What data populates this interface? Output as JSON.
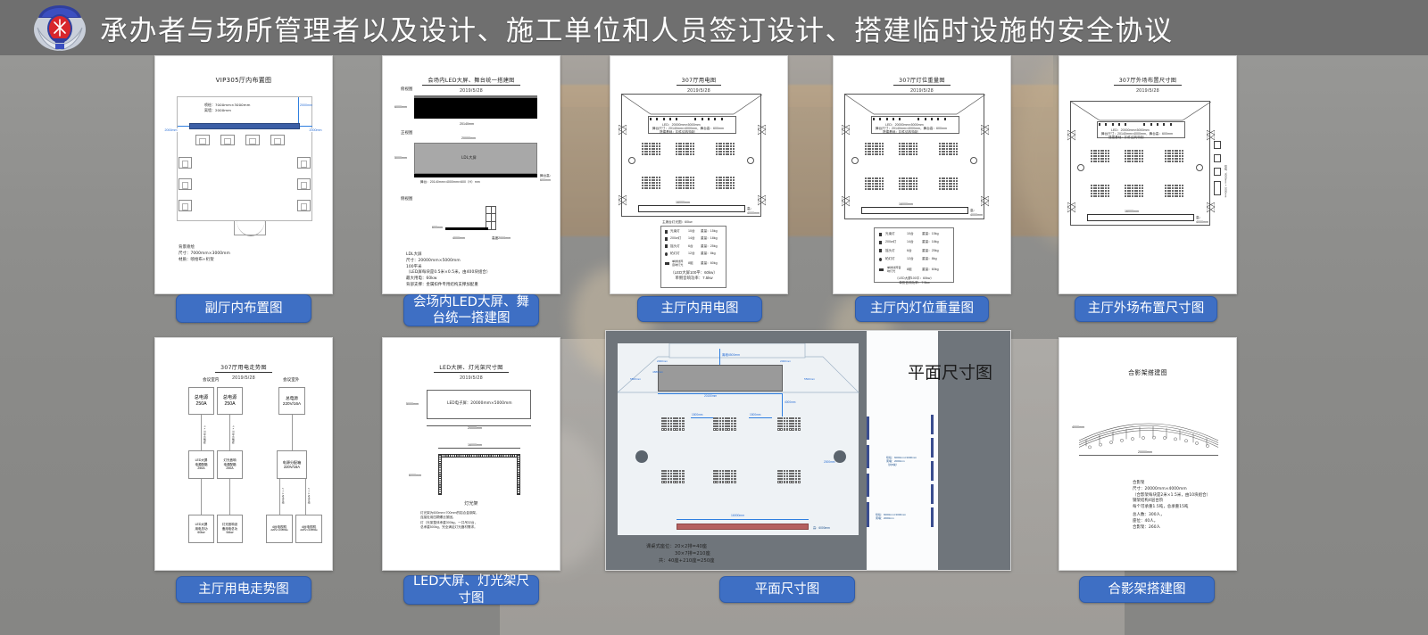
{
  "header": {
    "emblem_name": "fire-department-emblem",
    "title": "承办者与场所管理者以及设计、施工单位和人员签订设计、搭建临时设施的安全协议",
    "bar_color": "#6f6f6f"
  },
  "theme": {
    "caption_bg": "#3e6fc4",
    "caption_border": "#2f5cab",
    "caption_text": "#ffffff",
    "page_bg": "#8d8d8d",
    "card_bg": "#ffffff",
    "dim_blue": "#2f7fe0",
    "backdrop_blue": "#3c5fa6"
  },
  "cards": [
    {
      "id": "vip305-layout",
      "caption": "副厅内布置图",
      "doc_title": "VIP305厅内布置图",
      "date": "",
      "annotations": {
        "backdrop_line1": "喷绘：7000mm×3000mm",
        "backdrop_line2": "离墙：2000mm",
        "dim_left": "2000mm",
        "dim_right": "2000mm",
        "dim_top_right": "2000mm"
      },
      "notes": [
        "背景喷绘",
        "尺寸：7000mm×3000mm",
        "材质：喷绘布+桁架"
      ]
    },
    {
      "id": "led-stage-build",
      "caption": "会场内LED大屏、舞台统一搭建图",
      "doc_title": "会场内LED大屏、舞台统一搭建图",
      "date": "2019/5/28",
      "views": [
        {
          "label": "俯视图",
          "height_dim": "6000mm",
          "width_dim": "20140mm"
        },
        {
          "label": "正视图",
          "height_dim": "5000mm",
          "width_dim": "20000mm",
          "inner_label": "LDL大屏",
          "under_note": "舞台：20140mm×4000mm×600（H）mm",
          "side_note": "舞台高：600mm"
        },
        {
          "label": "侧视图",
          "height_dim": "600mm",
          "width_dim": "4000mm",
          "extra_dim": "高度2000mm"
        }
      ],
      "notes": [
        "LDL大屏",
        "尺寸：20000mm×5000mm",
        "100平米",
        "（LED屏每块是0.5米×0.5米，由400块组合）",
        "最大用电：60kw",
        "背部支撑：金属扣件专用结构支撑加配重"
      ]
    },
    {
      "id": "hall-power",
      "caption": "主厅内用电图",
      "doc_title": "307厅用电图",
      "date": "2019/5/28",
      "stage_note_line1": "LED：20000mm×5000mm",
      "stage_note_line2": "舞台尺寸：20140mm×4000mm，舞台高：600mm",
      "stage_note_line3": "搭建基础：扣件结构特制",
      "bottom_dim": "16000mm",
      "bottom_side_dim": "高：4000mm",
      "legend_title": "主席台灯光图：60kw",
      "legend_rows": [
        {
          "icon": "light-fixture",
          "name": "光束灯",
          "qty": "10台",
          "weight": "重量：15kg"
        },
        {
          "icon": "light-fixture",
          "name": "200w灯",
          "qty": "14台",
          "weight": "重量：18kg"
        },
        {
          "icon": "light-fixture",
          "name": "摇头灯",
          "qty": "6台",
          "weight": "重量：25kg"
        },
        {
          "icon": "par-light",
          "name": "帕灯灯",
          "qty": "12台",
          "weight": "重量：8kg"
        },
        {
          "icon": "truss",
          "name": "单排线阵音响灯光",
          "qty": "8组",
          "weight": "重量：60kg"
        }
      ],
      "legend_footer1": "（LED大屏100平：60kw）",
      "legend_footer2": "单侧音响功率：7.5kw"
    },
    {
      "id": "hall-light-weight",
      "caption": "主厅内灯位重量图",
      "doc_title": "307厅灯位重量图",
      "date": "2019/5/28",
      "stage_note_line1": "LED：20000mm×5000mm",
      "stage_note_line2": "舞台尺寸：20140mm×4000mm，舞台高：600mm",
      "stage_note_line3": "搭建基础：扣件结构特制",
      "bottom_dim": "16000mm",
      "bottom_side_dim": "高：4000mm",
      "legend_rows": [
        {
          "icon": "light-fixture",
          "name": "光束灯",
          "qty": "10台",
          "weight": "重量：15kg"
        },
        {
          "icon": "light-fixture",
          "name": "200w灯",
          "qty": "14台",
          "weight": "重量：18kg"
        },
        {
          "icon": "light-fixture",
          "name": "摇头灯",
          "qty": "6台",
          "weight": "重量：25kg"
        },
        {
          "icon": "par-light",
          "name": "帕灯灯",
          "qty": "12台",
          "weight": "重量：8kg"
        },
        {
          "icon": "truss",
          "name": "单排线阵音响灯光",
          "qty": "8组",
          "weight": "重量：60kg"
        }
      ],
      "legend_footer1": "（LED大屏100平：60kw）",
      "legend_footer2": "单侧音响功率：7.5kw"
    },
    {
      "id": "hall-outside-layout",
      "caption": "主厅外场布置尺寸图",
      "doc_title": "307厅外场布置尺寸图",
      "date": "2019/5/28",
      "stage_note_line1": "LED：20000mm×5000mm",
      "stage_note_line2": "舞台尺寸：20140mm×4000mm，舞台高：600mm",
      "stage_note_line3": "搭建基础：扣件结构特制",
      "bottom_dim": "16000mm",
      "bottom_side_dim": "高：4000mm",
      "side_note": "喷绘：6000mm×3000mm"
    },
    {
      "id": "hall-power-trend",
      "caption": "主厅用电走势图",
      "doc_title": "307厅用电走势图",
      "date": "2019/5/28",
      "group_left_label": "会议室内",
      "group_right_label": "会议室外",
      "boxes": [
        {
          "line1": "总电源",
          "line2": "250A"
        },
        {
          "line1": "总电源",
          "line2": "250A"
        },
        {
          "line1": "总电源",
          "line2": "220V/16A"
        },
        {
          "line1": "LED大屏",
          "line2": "电源配箱",
          "line3": "250A"
        },
        {
          "line1": "灯光音响",
          "line2": "电源配箱",
          "line3": "250A"
        },
        {
          "line1": "电源分配箱",
          "line2": "220V/16A"
        },
        {
          "line1": "LED大屏",
          "line2": "用电总功",
          "line3": "60kw"
        },
        {
          "line1": "灯光音响设",
          "line2": "备用电总功",
          "line3": "54kw"
        },
        {
          "line1": "4台电视机",
          "line2": "220V×4=880w"
        },
        {
          "line1": "4台电视机",
          "line2": "220V×4=880w"
        }
      ],
      "wire_labels": [
        "4×35平方电缆",
        "4×35平方电缆",
        "2×2.5平方线",
        "2×2.5平方线"
      ]
    },
    {
      "id": "led-truss-size",
      "caption": "LED大屏、灯光架尺寸图",
      "doc_title": "LED大屏、灯光架尺寸图",
      "date": "2019/5/28",
      "screen_label": "LED电子屏：20000mm×5000mm",
      "screen_h_dim": "5000mm",
      "screen_w_dim": "20000mm",
      "truss_w_dim": "16000mm",
      "truss_h_dim": "6000mm",
      "truss_title": "灯光架",
      "truss_notes": [
        "灯光架为600mm×700mm的铝合金钢架，",
        "连接处用四颗螺丝紧固。",
        "灯（光架整体承重300kg，一共吊32台，",
        "总承重500kg，完全满足灯光器材需求。"
      ]
    },
    {
      "id": "floor-plan-size",
      "caption": "平面尺寸图",
      "doc_title": "平面尺寸图",
      "dims": {
        "stage_to_wall": "离墙4500mm",
        "left_corner": "2000mm",
        "right_corner": "2000mm",
        "left_depth": "4880mm",
        "left_angle": "5500mm",
        "right_angle": "5500mm",
        "stage_width": "20150mm",
        "stage_offset": "4000mm",
        "aisle_left": "1500mm",
        "aisle_right": "1500mm",
        "row_gap": "2000mm",
        "bottom_width": "16000mm",
        "bottom_note": "高：6000mm"
      },
      "side_notes": [
        "喷绘：6000mm×3000mm",
        "离墙：2000mm",
        "（共8块）",
        "喷绘：6000mm×3000mm",
        "离墙：2000mm"
      ],
      "seat_summary": [
        "课桌式座位：20×2排=40座",
        "30×7排=210座",
        "共：40座+210座=250座"
      ]
    },
    {
      "id": "photo-frame-build",
      "caption": "合影架搭建图",
      "doc_title": "合影架搭建图",
      "height_dim": "4000mm",
      "width_dim": "20000mm",
      "notes": [
        "合影架",
        "尺寸：20000mm×4000mm",
        "（合影架每块是2米×1.5米，由10块组合）",
        "钢架结构4层台阶",
        "每个可承重1.5吨，总承重15吨"
      ],
      "notes2": [
        "总人数：300人，",
        "座位：40人，",
        "合影架：260人"
      ]
    }
  ]
}
